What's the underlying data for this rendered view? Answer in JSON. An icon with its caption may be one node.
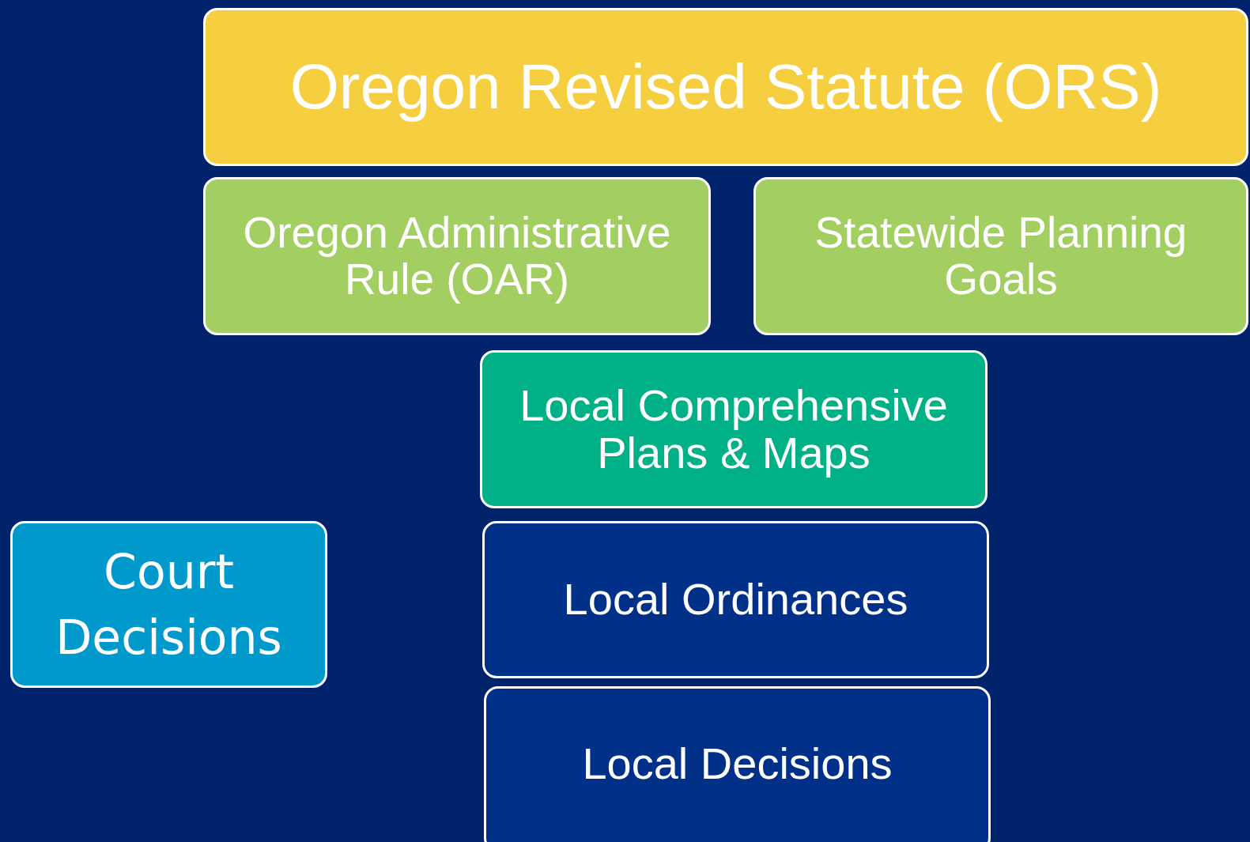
{
  "diagram": {
    "nodes": [
      {
        "text": [
          "Oregon Revised Statute (ORS)"
        ]
      },
      {
        "text": [
          "Oregon Administrative Rule (OAR)"
        ]
      },
      {
        "text": [
          "Statewide Planning Goals"
        ]
      },
      {
        "text": [
          "Local Comprehensive Plans & Maps"
        ]
      },
      {
        "text": [
          "Court Decisions"
        ]
      },
      {
        "text": [
          "Local Ordinances"
        ]
      },
      {
        "text": [
          "Local Decisions"
        ]
      }
    ]
  }
}
